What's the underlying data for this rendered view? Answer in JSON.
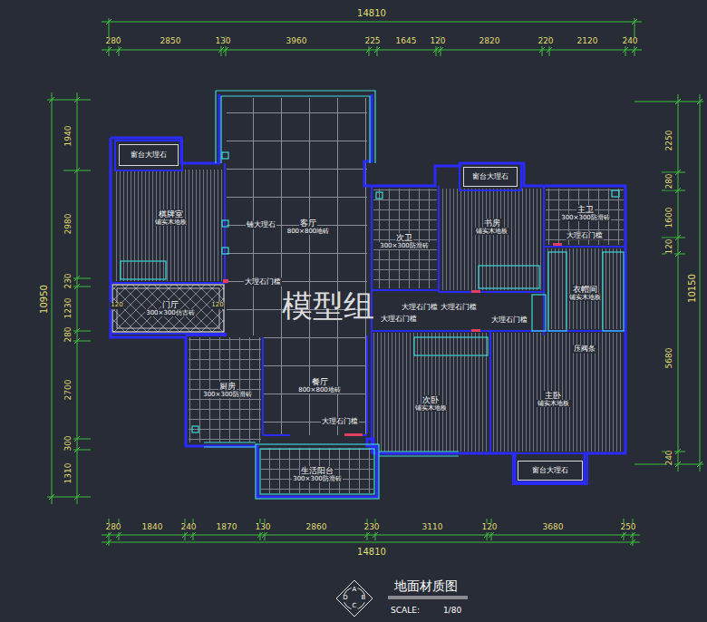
{
  "diagram": {
    "title": "地面材质图",
    "nodes": [
      {
        "text": [
          "窗台大理石"
        ]
      },
      {
        "text": [
          "棋牌室",
          "铺实木地板"
        ]
      },
      {
        "text": [
          "客厅",
          "800×800地砖"
        ]
      },
      {
        "text": [
          "窗台大理石"
        ]
      },
      {
        "text": [
          "次卫",
          "300×300防滑砖"
        ]
      },
      {
        "text": [
          "书房",
          "铺实木地板"
        ]
      },
      {
        "text": [
          "主卫",
          "300×300防滑砖"
        ]
      },
      {
        "text": [
          "门厅",
          "300×300仿古砖"
        ]
      },
      {
        "text": [
          "衣帽间",
          "铺实木地板"
        ]
      },
      {
        "text": [
          "厨房",
          "300×300防滑砖"
        ]
      },
      {
        "text": [
          "餐厅",
          "800×800地砖"
        ]
      },
      {
        "text": [
          "次卧",
          "铺实木地板"
        ]
      },
      {
        "text": [
          "主卧",
          "铺实木地板"
        ]
      },
      {
        "text": [
          "生活阳台",
          "300×300防滑砖"
        ]
      },
      {
        "text": [
          "窗台大理石"
        ]
      }
    ],
    "labels": [
      "14810",
      "280",
      "2850",
      "130",
      "3960",
      "225",
      "1645",
      "120",
      "2820",
      "220",
      "2120",
      "240",
      "10950",
      "1940",
      "2980",
      "230",
      "1230",
      "280",
      "2700",
      "300",
      "1310",
      "10150",
      "2250",
      "280",
      "1600",
      "120",
      "5680",
      "240",
      "280",
      "1840",
      "240",
      "1870",
      "130",
      "2860",
      "230",
      "3110",
      "120",
      "3680",
      "250",
      "14810",
      "120",
      "120",
      "铺大理石",
      "大理石门槛",
      "大理石门槛",
      "大理石门槛",
      "大理石门槛",
      "大理石门槛",
      "大理石门槛",
      "大理石门槛",
      "压阀条",
      "模型组",
      "A",
      "B",
      "C",
      "D",
      "SCALE:",
      "1/80"
    ]
  }
}
